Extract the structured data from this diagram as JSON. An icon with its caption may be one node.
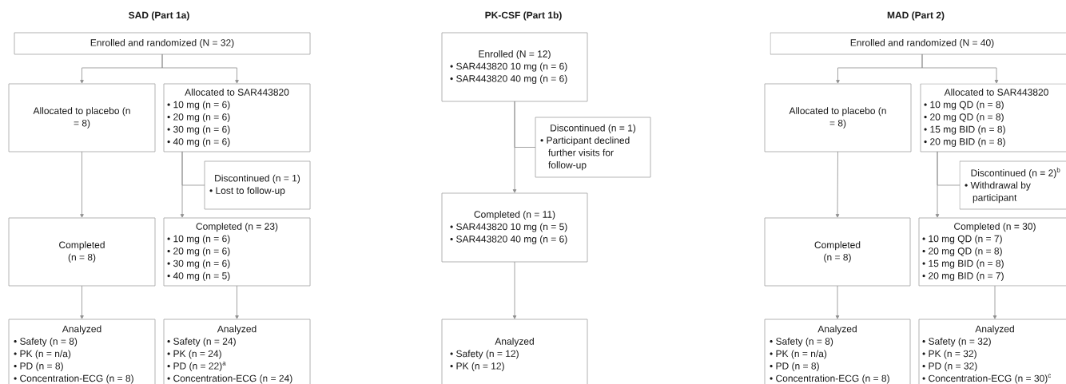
{
  "diagram": {
    "nodes": [
      {
        "text": [
          "Enrolled and randomized (N = 32)"
        ]
      },
      {
        "text": [
          "Allocated to placebo (n = 8)"
        ]
      },
      {
        "text": [
          "Allocated to SAR443820",
          "• 10 mg (n = 6)",
          "• 20 mg (n = 6)",
          "• 30 mg (n = 6)",
          "• 40 mg (n = 6)"
        ]
      },
      {
        "text": [
          "Discontinued (n = 1)",
          "• Lost to follow-up"
        ]
      },
      {
        "text": [
          "Completed (n = 8)"
        ]
      },
      {
        "text": [
          "Completed (n = 23)",
          "• 10 mg (n = 6)",
          "• 20 mg (n = 6)",
          "• 30 mg (n = 6)",
          "• 40 mg (n = 5)"
        ]
      },
      {
        "text": [
          "Analyzed",
          "• Safety (n = 8)",
          "• PK (n = n/a)",
          "• PD (n = 8)",
          "• Concentration-ECG (n = 8)"
        ]
      },
      {
        "text": [
          "Analyzed",
          "• Safety (n = 24)",
          "• PK (n = 24)",
          "• PD (n = 22)$^{a}$",
          "• Concentration-ECG (n = 24)"
        ]
      },
      {
        "text": [
          "Enrolled (N = 12)",
          "• SAR443820 10 mg (n = 6)",
          "• SAR443820 40 mg (n = 6)"
        ]
      },
      {
        "text": [
          "Discontinued (n = 1)",
          "• Participant declined further visits for follow-up"
        ]
      },
      {
        "text": [
          "Completed (n = 11)",
          "• SAR443820 10 mg (n = 5)",
          "• SAR443820 40 mg (n = 6)"
        ]
      },
      {
        "text": [
          "Analyzed",
          "• Safety (n = 12)",
          "• PK (n = 12)"
        ]
      },
      {
        "text": [
          "Enrolled and randomized (N = 40)"
        ]
      },
      {
        "text": [
          "Allocated to placebo (n = 8)"
        ]
      },
      {
        "text": [
          "Allocated to SAR443820",
          "• 10 mg QD (n = 8)",
          "• 20 mg QD (n = 8)",
          "• 15 mg BID (n = 8)",
          "• 20 mg BID (n = 8)"
        ]
      },
      {
        "text": [
          "Discontinued (n = 2)$^{b}$",
          "• Withdrawal by participant"
        ]
      },
      {
        "text": [
          "Completed (n = 8)"
        ]
      },
      {
        "text": [
          "Completed (n = 30)",
          "• 10 mg QD (n = 7)",
          "• 20 mg QD (n = 8)",
          "• 15 mg BID (n = 8)",
          "• 20 mg BID (n = 7)"
        ]
      },
      {
        "text": [
          "Analyzed",
          "• Safety (n = 8)",
          "• PK (n = n/a)",
          "• PD (n = 8)",
          "• Concentration-ECG (n = 8)"
        ]
      },
      {
        "text": [
          "Analyzed",
          "• Safety (n = 32)",
          "• PK (n = 32)",
          "• PD (n = 32)",
          "• Concentration-ECG (n = 30)$^{c}$"
        ]
      }
    ],
    "edges": [
      {
        "from": 0,
        "to": 1,
        "arrow": "to"
      },
      {
        "from": 0,
        "to": 2,
        "arrow": "to"
      },
      {
        "from": 2,
        "to": 3,
        "arrow": "none"
      },
      {
        "from": 2,
        "to": 5,
        "arrow": "to"
      },
      {
        "from": 1,
        "to": 4,
        "arrow": "to"
      },
      {
        "from": 4,
        "to": 6,
        "arrow": "to"
      },
      {
        "from": 5,
        "to": 7,
        "arrow": "to"
      },
      {
        "from": 8,
        "to": 9,
        "arrow": "none"
      },
      {
        "from": 8,
        "to": 10,
        "arrow": "to"
      },
      {
        "from": 10,
        "to": 11,
        "arrow": "to"
      },
      {
        "from": 12,
        "to": 13,
        "arrow": "to"
      },
      {
        "from": 12,
        "to": 14,
        "arrow": "to"
      },
      {
        "from": 14,
        "to": 15,
        "arrow": "none"
      },
      {
        "from": 14,
        "to": 17,
        "arrow": "to"
      },
      {
        "from": 13,
        "to": 16,
        "arrow": "to"
      },
      {
        "from": 16,
        "to": 18,
        "arrow": "to"
      },
      {
        "from": 17,
        "to": 19,
        "arrow": "to"
      }
    ],
    "labels": [
      "SAD (Part 1a)",
      "PK-CSF (Part 1b)",
      "MAD (Part 2)"
    ]
  }
}
